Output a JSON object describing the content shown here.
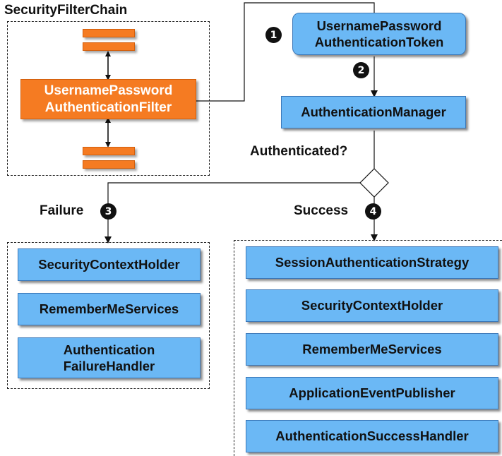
{
  "chain": {
    "title": "SecurityFilterChain",
    "filter_line1": "UsernamePassword",
    "filter_line2": "AuthenticationFilter"
  },
  "token": {
    "line1": "UsernamePassword",
    "line2": "AuthenticationToken"
  },
  "manager": {
    "label": "AuthenticationManager"
  },
  "decision": {
    "label": "Authenticated?"
  },
  "steps": {
    "one": "1",
    "two": "2",
    "three": "3",
    "four": "4"
  },
  "failure": {
    "label": "Failure",
    "items": [
      "SecurityContextHolder",
      "RememberMeServices"
    ],
    "handler_line1": "Authentication",
    "handler_line2": "FailureHandler"
  },
  "success": {
    "label": "Success",
    "items": [
      "SessionAuthenticationStrategy",
      "SecurityContextHolder",
      "RememberMeServices",
      "ApplicationEventPublisher",
      "AuthenticationSuccessHandler"
    ]
  },
  "colors": {
    "box_fill": "#6bb8f5",
    "box_border": "#3a77b8",
    "filter_fill": "#f57b22",
    "step_badge": "#111111"
  }
}
